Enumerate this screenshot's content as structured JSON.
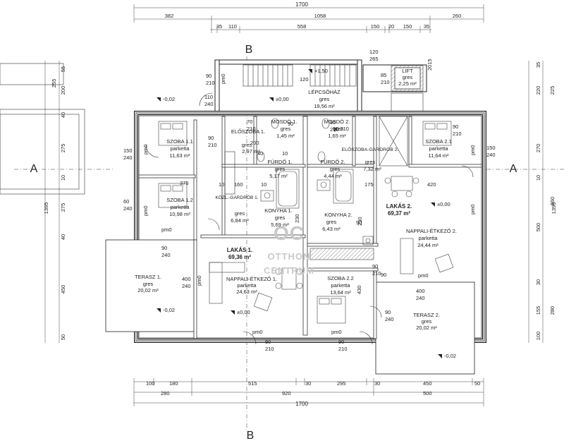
{
  "title": "",
  "dimensions": {
    "top_total": "1700",
    "top_row1": [
      "382",
      "1058",
      "260"
    ],
    "top_row2": [
      "35",
      "110",
      "558",
      "150",
      "20",
      "150",
      "35"
    ],
    "bottom_row1": [
      "100",
      "180",
      "515",
      "30",
      "295",
      "30",
      "450",
      "50"
    ],
    "bottom_row2": [
      "280",
      "920",
      "500"
    ],
    "bottom_total": "1700",
    "left_outer": "1395",
    "left_inner": [
      "255",
      "200",
      "40",
      "275",
      "10",
      "275",
      "40",
      "450",
      "50"
    ],
    "right_outer": "1395",
    "right_row1": [
      "35",
      "220",
      "225",
      "860",
      "280",
      "100"
    ],
    "right_row2": [
      "270",
      "10",
      "500",
      "30",
      "155"
    ],
    "misc": [
      "55",
      "200",
      "10",
      "10",
      "375",
      "160",
      "175",
      "420",
      "40",
      "10",
      "90",
      "90"
    ]
  },
  "openings": [
    {
      "w": "90",
      "h": "210"
    },
    {
      "w": "110",
      "h": "240"
    },
    {
      "w": "90",
      "h": "210"
    },
    {
      "w": "150",
      "h": "240"
    },
    {
      "w": "60",
      "h": "240"
    },
    {
      "w": "90",
      "h": "240"
    },
    {
      "w": "400",
      "h": "240"
    },
    {
      "w": "90",
      "h": "210"
    },
    {
      "w": "90",
      "h": "210"
    },
    {
      "w": "70",
      "h": "210"
    },
    {
      "w": "90",
      "h": "210"
    },
    {
      "w": "85",
      "h": "210"
    },
    {
      "w": "120",
      "h": "265"
    },
    {
      "w": "90",
      "h": "210"
    },
    {
      "w": "150",
      "h": "240"
    },
    {
      "w": "90",
      "h": "210"
    },
    {
      "w": "400",
      "h": "240"
    },
    {
      "w": "90",
      "h": "240"
    }
  ],
  "opening_other": [
    "90 210",
    "90",
    "230",
    "230",
    "430",
    "120",
    "2015"
  ],
  "section_markers": {
    "a": "A",
    "b": "B"
  },
  "levels": [
    "-0,02",
    "±0,00",
    "+1,50",
    "±0,00",
    "±0,00",
    "-0,02",
    "-0,02"
  ],
  "pm": [
    "pm0",
    "pm0",
    "pm0",
    "pm0",
    "pm0",
    "pm0",
    "pm0",
    "pm0",
    "pm0",
    "pm0"
  ],
  "units": [
    {
      "name": "LAKÁS 1.",
      "area": "69,36 m²"
    },
    {
      "name": "LAKÁS 2.",
      "area": "69,37 m²"
    }
  ],
  "rooms": [
    {
      "name": "LÉPCSŐHÁZ",
      "floor": "gres",
      "area": "19,56 m²"
    },
    {
      "name": "LIFT",
      "floor": "gres",
      "area": "2,25 m²"
    },
    {
      "name": "SZOBA 1.1",
      "floor": "parketta",
      "area": "11,63 m²"
    },
    {
      "name": "SZOBA 1.2",
      "floor": "parketta",
      "area": "10,98 m²"
    },
    {
      "name": "ELŐSZOBA 1.",
      "floor": "gres",
      "area": "2,97 m²"
    },
    {
      "name": "MOSDÓ 1.",
      "floor": "gres",
      "area": "1,45 m²"
    },
    {
      "name": "FÜRDŐ 1.",
      "floor": "gres",
      "area": "5,17 m²"
    },
    {
      "name": "KÖZL.-GARDRÓB 1.",
      "floor": "gres",
      "area": "6,84 m²"
    },
    {
      "name": "KONYHA 1.",
      "floor": "gres",
      "area": "5,69 m²"
    },
    {
      "name": "NAPPALI-ÉTKEZŐ 1.",
      "floor": "parketta",
      "area": "24,63 m²"
    },
    {
      "name": "TERASZ 1.",
      "floor": "gres",
      "area": "20,02 m²"
    },
    {
      "name": "MOSDÓ 2.",
      "floor": "gres",
      "area": "1,65 m²"
    },
    {
      "name": "FÜRDŐ 2.",
      "floor": "gres",
      "area": "4,44 m²"
    },
    {
      "name": "ELŐSZOBA-GARDRÓB 2.",
      "floor": "gres",
      "area": "7,32 m²"
    },
    {
      "name": "KONYHA 2.",
      "floor": "gres",
      "area": "6,43 m²"
    },
    {
      "name": "SZOBA 2.1",
      "floor": "parketta",
      "area": "11,64 m²"
    },
    {
      "name": "NAPPALI-ÉTKEZŐ 2.",
      "floor": "parketta",
      "area": "24,44 m²"
    },
    {
      "name": "SZOBA 2.2",
      "floor": "parketta",
      "area": "13,64 m²"
    },
    {
      "name": "TERASZ 2.",
      "floor": "gres",
      "area": "20,02 m²"
    }
  ],
  "watermark": {
    "line1": "OTTHON",
    "line2": "CENTRUM",
    "logo": "OC"
  },
  "icons": [
    "section-marker-icon",
    "level-marker-icon",
    "stair-icon",
    "door-swing-icon",
    "bed-icon",
    "sofa-icon",
    "armchair-icon",
    "dining-table-icon",
    "bathtub-icon",
    "toilet-icon",
    "sink-icon"
  ]
}
